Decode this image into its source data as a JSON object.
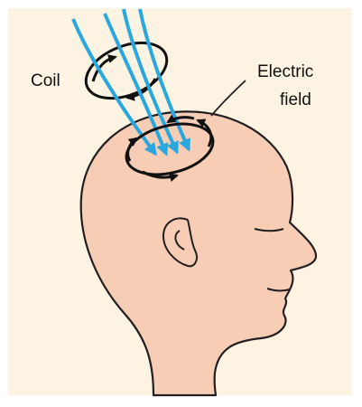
{
  "labels": {
    "coil": "Coil",
    "electric_field_line1": "Electric",
    "electric_field_line2": "field"
  },
  "colors": {
    "background": "#fdf3e2",
    "head_fill": "#f7cdb6",
    "outline": "#231f20",
    "magnetic_flux": "#29a8e0",
    "coil": "#111111"
  }
}
